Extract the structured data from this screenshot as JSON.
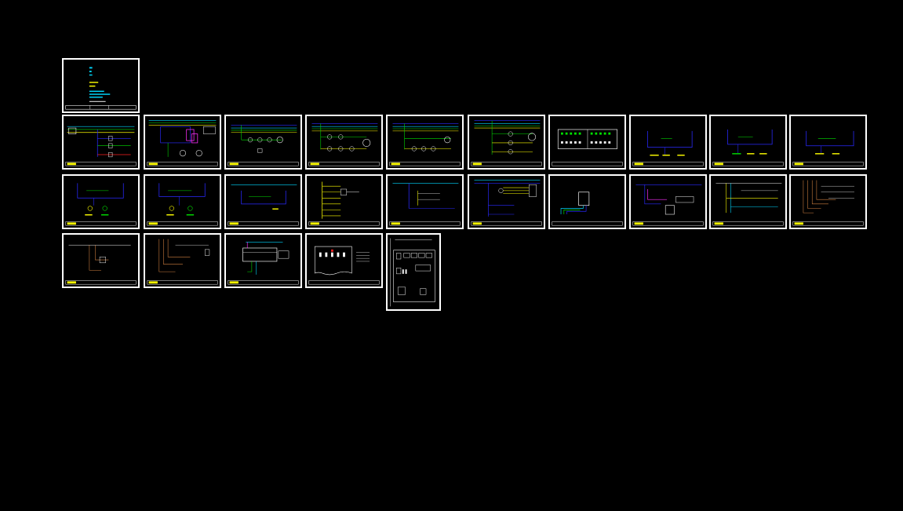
{
  "app": {
    "background": "#000000",
    "sheet_border_color": "#ffffff"
  },
  "colors": {
    "blue": "#2a2aff",
    "cyan": "#00d8ff",
    "yellow": "#ffff00",
    "green": "#00e000",
    "red": "#ff2020",
    "magenta": "#ff30ff",
    "white": "#ffffff",
    "orange": "#d08040"
  },
  "sheets": [
    {
      "id": "cover",
      "style": "cover"
    },
    {
      "id": "r1c1",
      "style": "wiring-a"
    },
    {
      "id": "r1c2",
      "style": "wiring-b"
    },
    {
      "id": "r1c3",
      "style": "wiring-c"
    },
    {
      "id": "r1c4",
      "style": "wiring-d"
    },
    {
      "id": "r1c5",
      "style": "wiring-c"
    },
    {
      "id": "r1c6",
      "style": "wiring-e"
    },
    {
      "id": "r1c7",
      "style": "panel"
    },
    {
      "id": "r1c8",
      "style": "loop"
    },
    {
      "id": "r1c9",
      "style": "loop"
    },
    {
      "id": "r1c10",
      "style": "loop"
    },
    {
      "id": "r2c1",
      "style": "loop-b"
    },
    {
      "id": "r2c2",
      "style": "loop-b"
    },
    {
      "id": "r2c3",
      "style": "bus"
    },
    {
      "id": "r2c4",
      "style": "ladder"
    },
    {
      "id": "r2c5",
      "style": "bus-b"
    },
    {
      "id": "r2c6",
      "style": "wiring-f"
    },
    {
      "id": "r2c7",
      "style": "device"
    },
    {
      "id": "r2c8",
      "style": "device-b"
    },
    {
      "id": "r2c9",
      "style": "bus-c"
    },
    {
      "id": "r2c10",
      "style": "fan"
    },
    {
      "id": "r3c1",
      "style": "fan-b"
    },
    {
      "id": "r3c2",
      "style": "fan-c"
    },
    {
      "id": "r3c3",
      "style": "terminal"
    },
    {
      "id": "r3c4",
      "style": "layout"
    },
    {
      "id": "r3c5",
      "style": "front-panel"
    }
  ]
}
